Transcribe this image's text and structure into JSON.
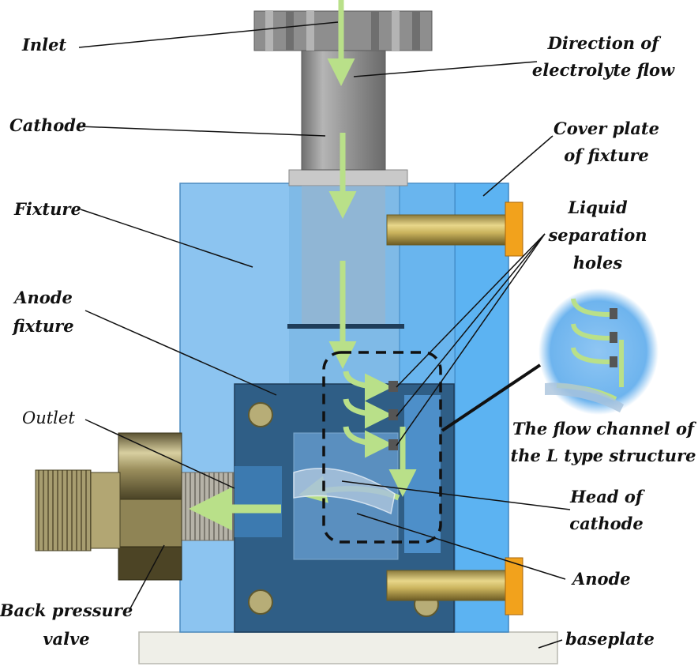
{
  "labels": {
    "inlet": "Inlet",
    "direction_line1": "Direction of",
    "direction_line2": "electrolyte flow",
    "cathode": "Cathode",
    "cover_line1": "Cover plate",
    "cover_line2": "of fixture",
    "fixture": "Fixture",
    "liquid_line1": "Liquid",
    "liquid_line2": "separation",
    "liquid_line3": "holes",
    "anode_fixture_line1": "Anode",
    "anode_fixture_line2": "fixture",
    "outlet": "Outlet",
    "flow_channel_line1": "The flow channel of",
    "flow_channel_line2": "the L type structure",
    "head_line1": "Head of",
    "head_line2": "cathode",
    "anode": "Anode",
    "backpressure_line1": "Back pressure",
    "backpressure_line2": "valve",
    "baseplate": "baseplate"
  },
  "colors": {
    "fixture_blue": "#8cc4f0",
    "cover_plate_blue": "#5cb3f2",
    "anode_fixture_navy": "#2f5e86",
    "flow_arrow_green": "#b9e089",
    "bolt_orange": "#f2a21c",
    "cathode_gray": "#9a9a9a",
    "baseplate": "#efefe8"
  }
}
